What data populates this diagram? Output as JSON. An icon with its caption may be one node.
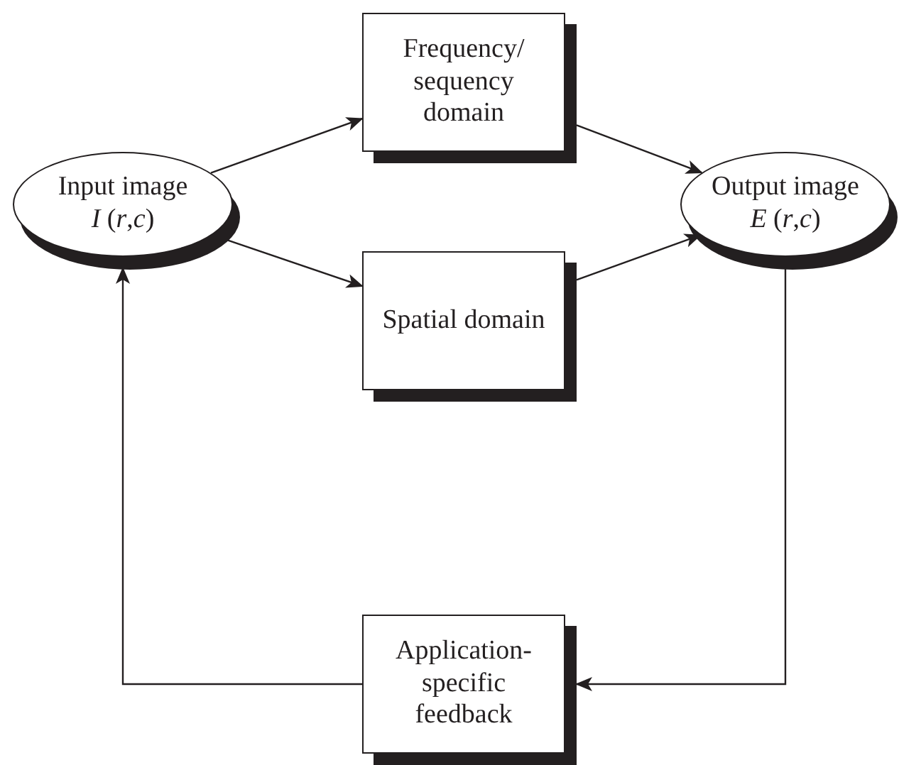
{
  "diagram": {
    "nodes": [
      {
        "text": [
          "Input image",
          "*I* (*r*,*c*)"
        ]
      },
      {
        "text": [
          "Frequency/ sequency domain"
        ]
      },
      {
        "text": [
          "Spatial domain"
        ]
      },
      {
        "text": [
          "Output image",
          "*E* (*r*,*c*)"
        ]
      },
      {
        "text": [
          "Application- specific feedback"
        ]
      }
    ],
    "edges": [
      {
        "from": 0,
        "to": 1,
        "arrow": "to"
      },
      {
        "from": 0,
        "to": 2,
        "arrow": "to"
      },
      {
        "from": 1,
        "to": 3,
        "arrow": "to"
      },
      {
        "from": 2,
        "to": 3,
        "arrow": "to"
      },
      {
        "from": 3,
        "to": 4,
        "arrow": "to"
      },
      {
        "from": 4,
        "to": 0,
        "arrow": "to"
      }
    ]
  }
}
